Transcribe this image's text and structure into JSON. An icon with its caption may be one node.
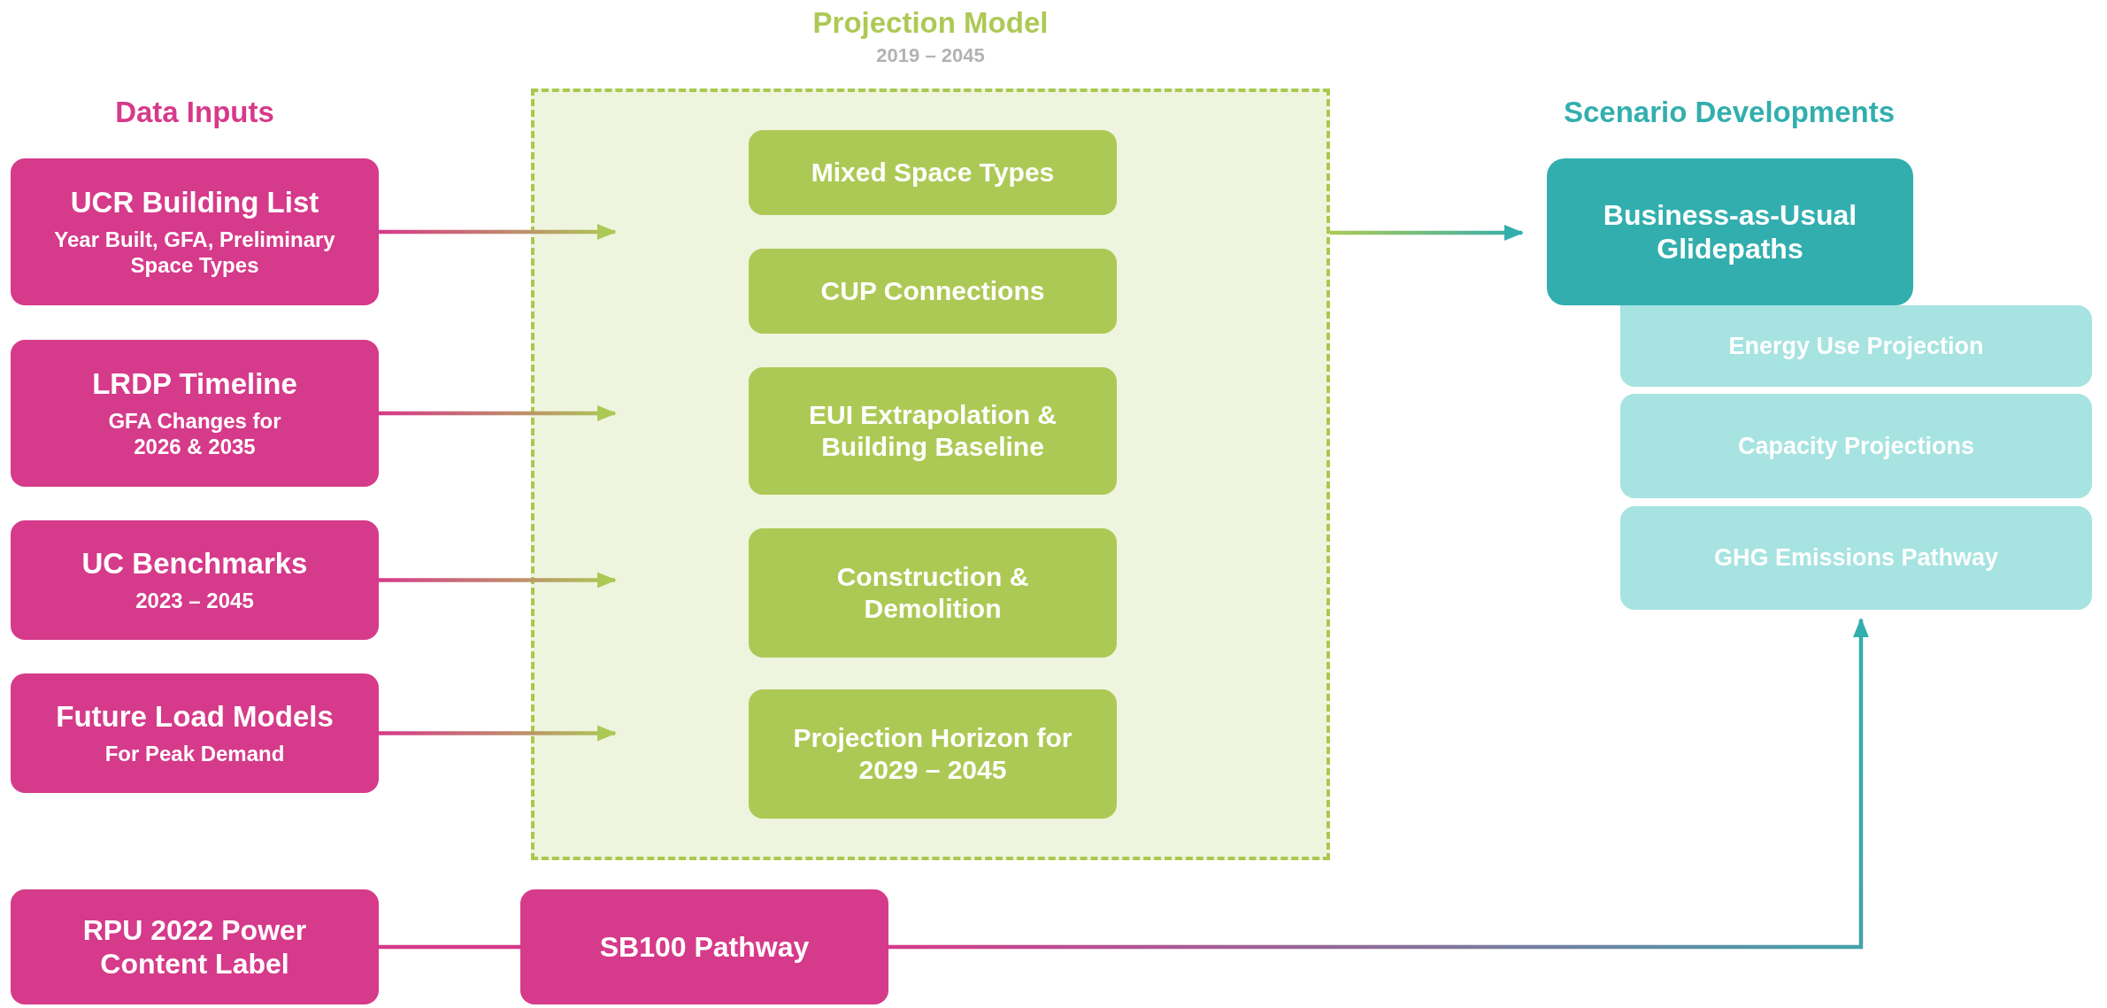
{
  "diagram": {
    "nodes": [
      {
        "text": [
          "UCR Building List",
          "Year Built, GFA, Preliminary Space Types"
        ]
      },
      {
        "text": [
          "LRDP Timeline",
          "GFA Changes for 2026 & 2035"
        ]
      },
      {
        "text": [
          "UC Benchmarks",
          "2023 – 2045"
        ]
      },
      {
        "text": [
          "Future Load Models",
          "For Peak Demand"
        ]
      },
      {
        "text": [
          "Projection Model",
          "2019 – 2045"
        ]
      },
      {
        "text": [
          "Mixed Space Types"
        ],
        "in": 4
      },
      {
        "text": [
          "CUP Connections"
        ],
        "in": 4
      },
      {
        "text": [
          "EUI Extrapolation & Building Baseline"
        ],
        "in": 4
      },
      {
        "text": [
          "Construction & Demolition"
        ],
        "in": 4
      },
      {
        "text": [
          "Projection Horizon for 2029 – 2045"
        ],
        "in": 4
      },
      {
        "text": [
          "Business-as-Usual Glidepaths"
        ]
      },
      {
        "text": [
          "Energy Use Projection"
        ]
      },
      {
        "text": [
          "Capacity Projections"
        ]
      },
      {
        "text": [
          "GHG Emissions Pathway"
        ]
      },
      {
        "text": [
          "RPU 2022 Power Content Label"
        ]
      },
      {
        "text": [
          "SB100 Pathway"
        ]
      }
    ],
    "edges": [
      {
        "from": 0,
        "to": 4,
        "arrow": "to"
      },
      {
        "from": 1,
        "to": 4,
        "arrow": "to"
      },
      {
        "from": 2,
        "to": 4,
        "arrow": "to"
      },
      {
        "from": 3,
        "to": 4,
        "arrow": "to"
      },
      {
        "from": 4,
        "to": 10,
        "arrow": "to"
      },
      {
        "from": 14,
        "to": 15,
        "arrow": "none"
      },
      {
        "from": 15,
        "to": 13,
        "arrow": "to"
      }
    ],
    "labels": [
      "Data Inputs",
      "Scenario Developments"
    ]
  }
}
